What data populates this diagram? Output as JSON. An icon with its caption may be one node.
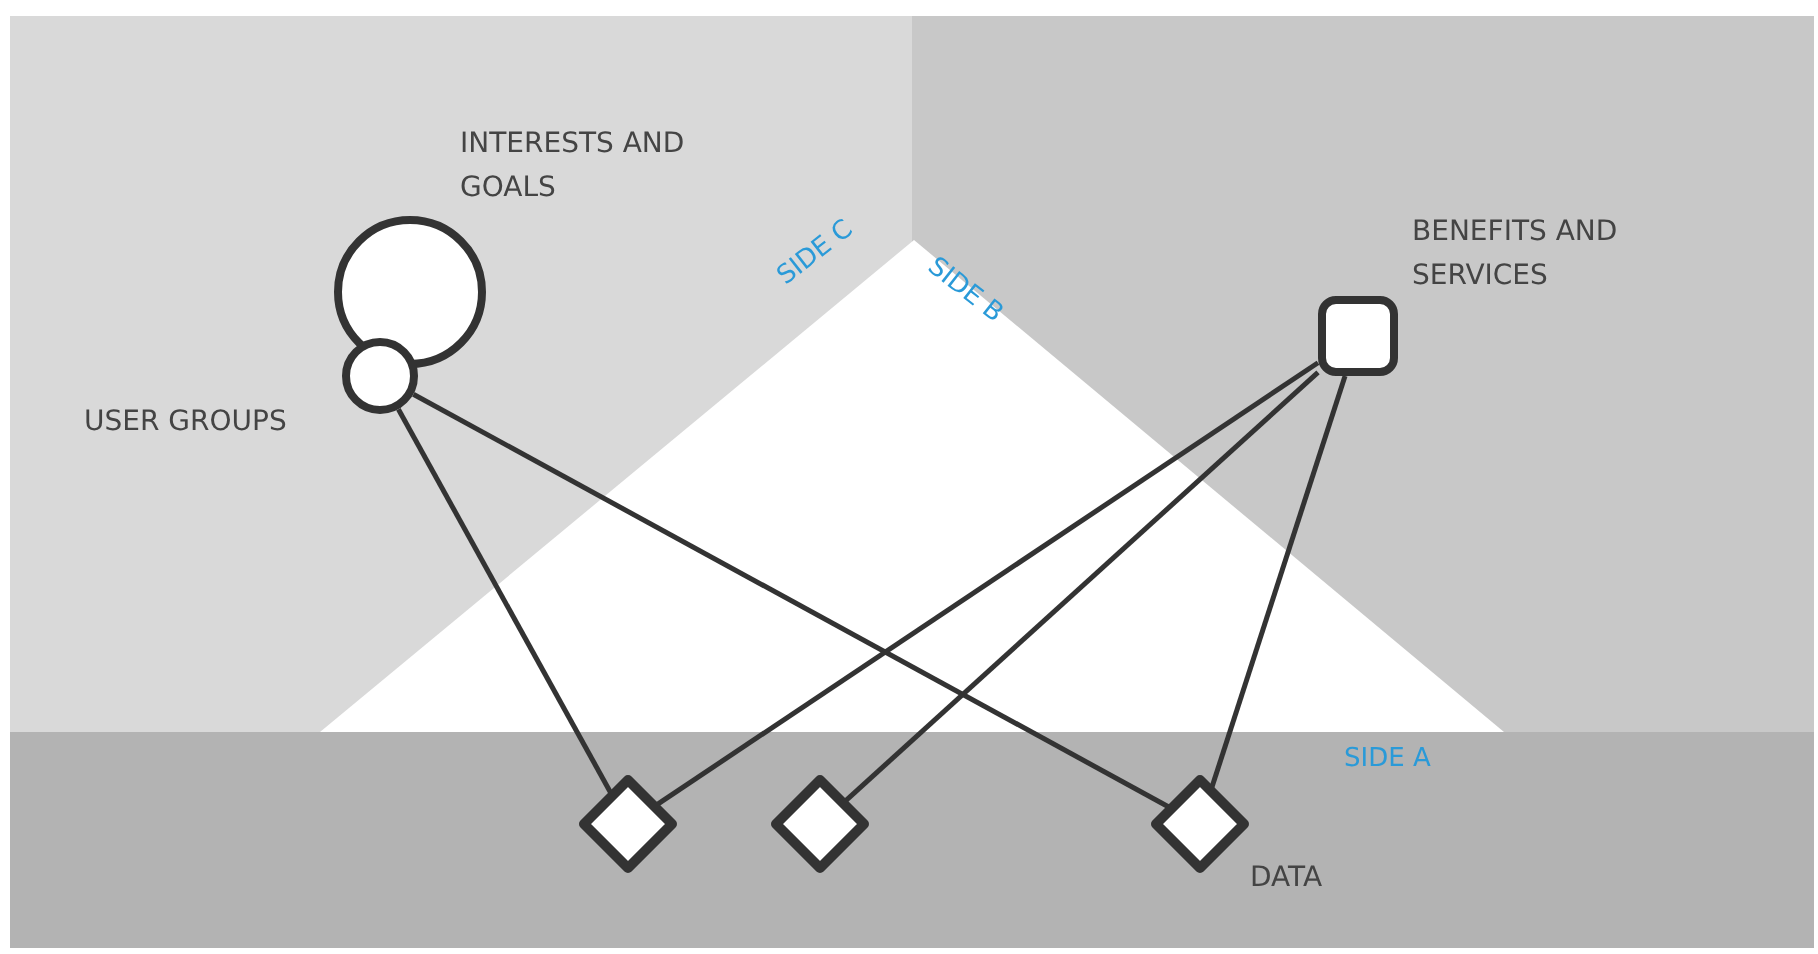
{
  "diagram": {
    "nodes": [
      {
        "text": [
          "INTERESTS AND GOALS"
        ]
      },
      {
        "text": [
          "USER GROUPS"
        ]
      },
      {
        "text": [
          "BENEFITS AND SERVICES"
        ]
      },
      {
        "text": [],
        "shape": "diamond"
      },
      {
        "text": [],
        "shape": "diamond"
      },
      {
        "text": [
          "DATA"
        ]
      }
    ],
    "edges": [
      {
        "from": 1,
        "to": 3,
        "arrow": "none"
      },
      {
        "from": 1,
        "to": 5,
        "arrow": "none"
      },
      {
        "from": 2,
        "to": 3,
        "arrow": "none"
      },
      {
        "from": 2,
        "to": 4,
        "arrow": "none"
      },
      {
        "from": 2,
        "to": 5,
        "arrow": "none"
      }
    ],
    "labels": [
      "SIDE C",
      "SIDE B",
      "SIDE A"
    ]
  }
}
